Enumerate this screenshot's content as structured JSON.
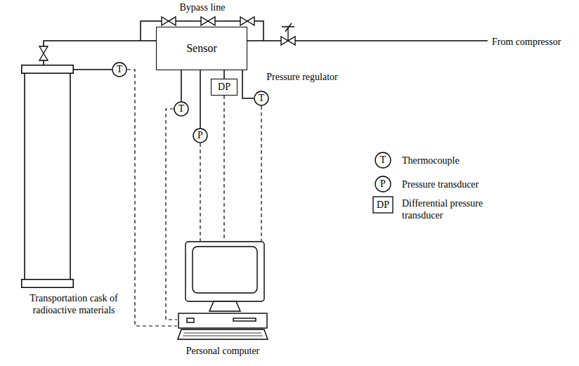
{
  "diagram": {
    "nodes": [
      {
        "text": [
          "Sensor"
        ]
      },
      {
        "text": [
          "Transportation cask of radioactive materials"
        ]
      },
      {
        "text": [
          "T"
        ]
      },
      {
        "text": [
          "T"
        ]
      },
      {
        "text": [
          "DP"
        ]
      },
      {
        "text": [
          "P"
        ]
      },
      {
        "text": [
          "T"
        ]
      },
      {
        "text": [
          "Personal computer"
        ]
      }
    ],
    "edges": [
      {
        "from": 0,
        "to": 1,
        "arrow": "none"
      },
      {
        "from": 2,
        "to": 1,
        "arrow": "none"
      },
      {
        "from": 0,
        "to": 3,
        "arrow": "none"
      },
      {
        "from": 0,
        "to": 5,
        "arrow": "none"
      },
      {
        "from": 0,
        "to": 4,
        "arrow": "none"
      },
      {
        "from": 0,
        "to": 6,
        "arrow": "none"
      },
      {
        "from": 2,
        "to": 7,
        "arrow": "none"
      },
      {
        "from": 3,
        "to": 7,
        "arrow": "none"
      },
      {
        "from": 5,
        "to": 7,
        "arrow": "none"
      },
      {
        "from": 4,
        "to": 7,
        "arrow": "none"
      },
      {
        "from": 6,
        "to": 7,
        "arrow": "none"
      }
    ],
    "labels": [
      "Bypass line",
      "From compressor",
      "Pressure regulator",
      "T",
      "P",
      "DP"
    ],
    "legend": [
      {
        "text": "Thermocouple"
      },
      {
        "text": "Pressure transducer"
      },
      {
        "text": "Differential pressure transducer"
      }
    ]
  }
}
